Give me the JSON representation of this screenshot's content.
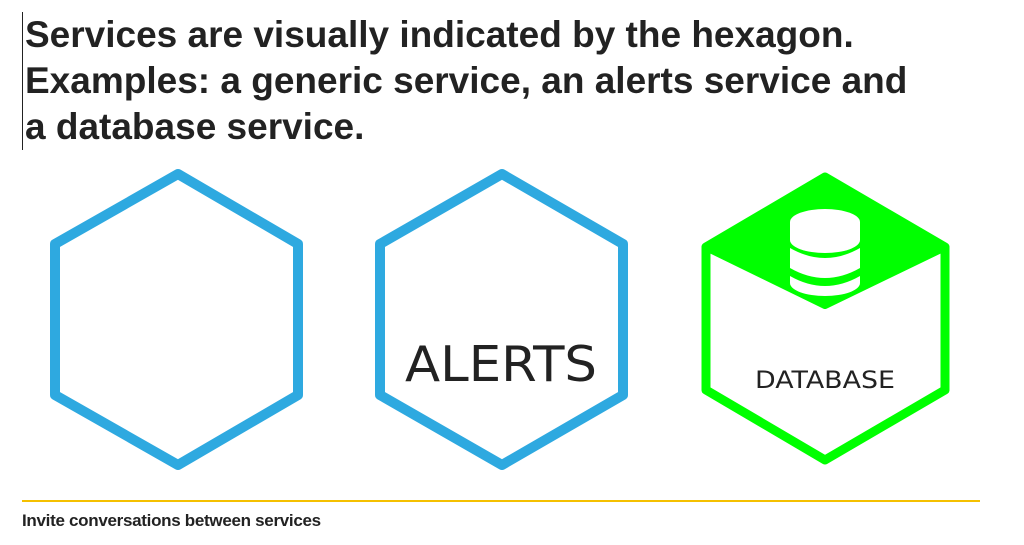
{
  "title_lines": [
    "Services are visually indicated by the hexagon.",
    "Examples: a generic service, an alerts service and",
    "a database service."
  ],
  "services": [
    {
      "name": "generic",
      "label": ""
    },
    {
      "name": "alerts",
      "label": "ALERTS"
    },
    {
      "name": "database",
      "label": "DATABASE"
    }
  ],
  "colors": {
    "service_blue": "#2ea9e0",
    "database_green": "#00ff00",
    "rule": "#f5c000",
    "text": "#222222"
  },
  "footer": {
    "text": "Invite conversations between services"
  }
}
